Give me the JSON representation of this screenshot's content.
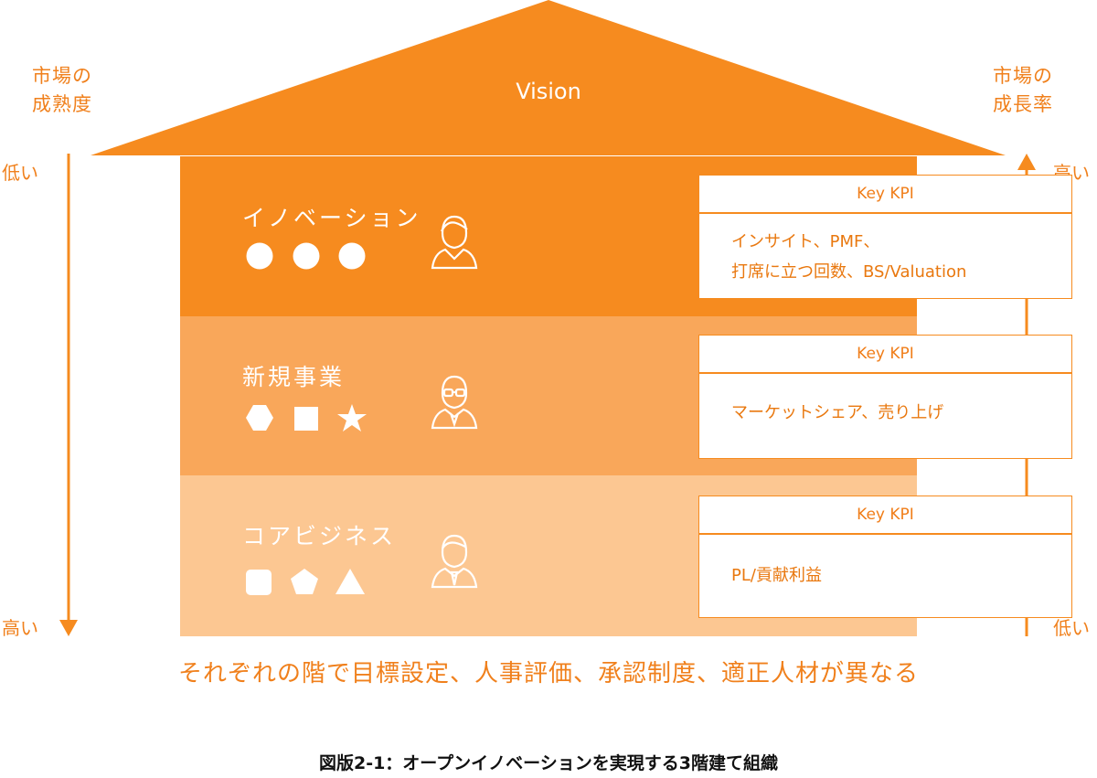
{
  "roof": {
    "vision": "Vision"
  },
  "left_axis": {
    "title_line1": "市場の",
    "title_line2": "成熟度",
    "top_label": "低い",
    "bottom_label": "高い"
  },
  "right_axis": {
    "title_line1": "市場の",
    "title_line2": "成長率",
    "top_label": "高い",
    "bottom_label": "低い"
  },
  "floors": [
    {
      "name": "イノベーション",
      "icons": [
        "circle-icon",
        "circle-icon",
        "circle-icon"
      ],
      "person": "casual-person-icon",
      "kpi_header": "Key KPI",
      "kpi_lines": [
        "インサイト、PMF、",
        "打席に立つ回数、BS/Valuation"
      ],
      "color": "#f68b1f"
    },
    {
      "name": "新規事業",
      "icons": [
        "hexagon-icon",
        "square-icon",
        "star-icon"
      ],
      "person": "glasses-person-icon",
      "kpi_header": "Key KPI",
      "kpi_lines": [
        "マーケットシェア、売り上げ"
      ],
      "color": "#f9a75a"
    },
    {
      "name": "コアビジネス",
      "icons": [
        "rounded-square-icon",
        "pentagon-icon",
        "triangle-icon"
      ],
      "person": "suit-person-icon",
      "kpi_header": "Key KPI",
      "kpi_lines": [
        "PL/貢献利益"
      ],
      "color": "#fcc792"
    }
  ],
  "footer_orange": "それぞれの階で目標設定、人事評価、承認制度、適正人材が異なる",
  "figure_caption": "図版2-1：オープンイノベーションを実現する3階建て組織",
  "colors": {
    "accent": "#f68b1f"
  }
}
